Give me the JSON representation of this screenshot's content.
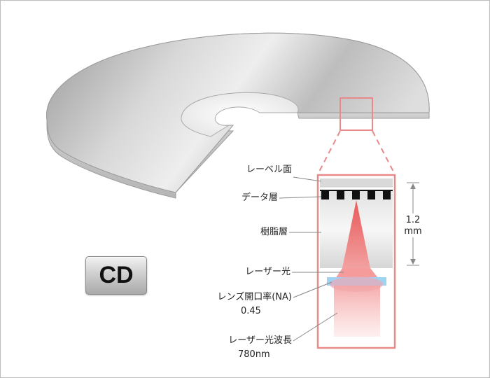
{
  "badge": {
    "text": "CD"
  },
  "labels": {
    "label_layer": "レーベル面",
    "data_layer": "データ層",
    "resin_layer": "樹脂層",
    "laser": "レーザー光",
    "lens_na_title": "レンズ開口率(NA)",
    "lens_na_value": "0.45",
    "wavelength_title": "レーザー光波長",
    "wavelength_value": "780nm"
  },
  "dimension": {
    "value": "1.2",
    "unit": "mm"
  },
  "colors": {
    "highlight_frame": "#e88a8a",
    "laser_red": "#f05a5a",
    "lens_blue": "#9fd3f2",
    "disc_silver": "#c8c8c8"
  }
}
